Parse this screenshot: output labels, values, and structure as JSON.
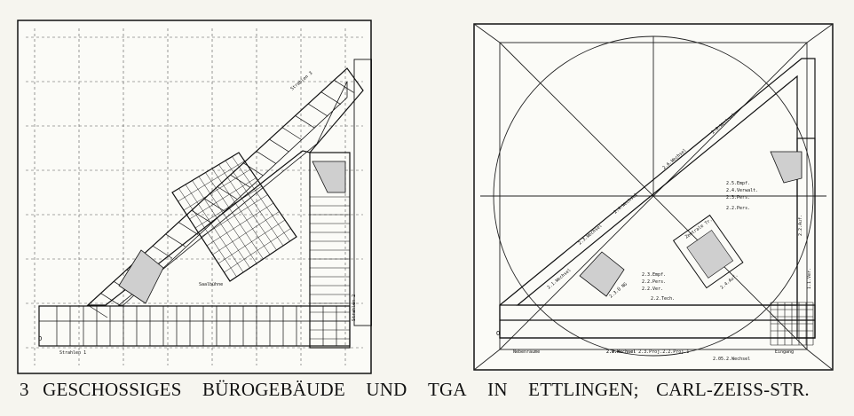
{
  "caption": {
    "parts": [
      "3",
      "GESCHOSSIGES",
      "BÜROGEBÄUDE",
      "UND",
      "TGA",
      "IN",
      "ETTLINGEN;",
      "CARL-ZEISS-STR."
    ]
  },
  "left_plan": {
    "labels": {
      "strut_top": "Strahlen 3",
      "strut_bottom": "Strahlen 1",
      "strut_right": "Strahlen 2",
      "hall": "Saalbühne",
      "marker": "O"
    }
  },
  "right_plan": {
    "labels": {
      "diag_1": "2.8.Wechsel",
      "diag_2": "2.6.Wechsel",
      "diag_3": "2.4.Wechsel",
      "diag_4": "2.3.Wechsel",
      "diag_5": "2.1.Wechsel",
      "stair_l": "2.3.Ü NG",
      "core_1": "2.5.Empf.",
      "core_2": "2.4.Verwalt.",
      "core_3": "2.3.Pers.",
      "core_4": "2.2.Pers.",
      "tower": "Zentrale Tr.",
      "side_1": "2.4.Auf.",
      "side_2": "2.2.Auf.",
      "low_1": "2.3.Empf.",
      "low_2": "2.2.Pers.",
      "low_3": "2.2.Ver.",
      "mid_1": "2.2.Tech.",
      "mid_2": "1.1.Ver.",
      "bottom_1": "2.2.Wechsel",
      "bottom_2": "2.4.Wechsel 2.3.Proj.2.2.Proj.1",
      "bottom_3": "2.05.2.Wechsel",
      "bottom_left": "Nebenräume",
      "bottom_right": "Eingang",
      "marker": "O"
    }
  }
}
